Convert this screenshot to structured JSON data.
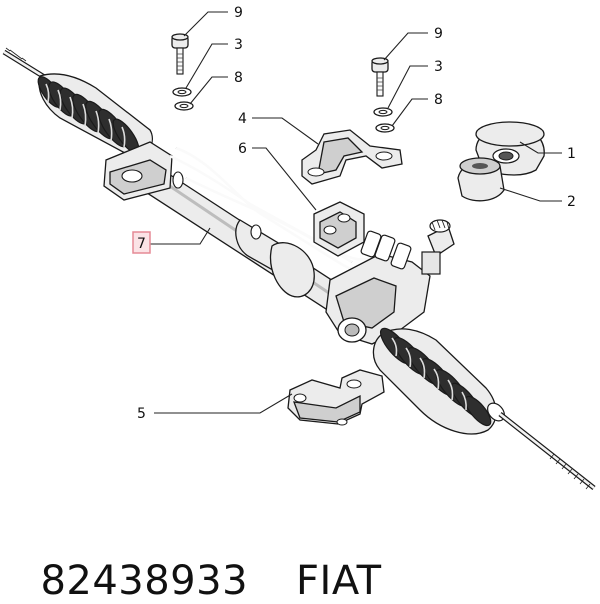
{
  "diagram": {
    "callouts": [
      {
        "id": "c9a",
        "label": "9"
      },
      {
        "id": "c3a",
        "label": "3"
      },
      {
        "id": "c8a",
        "label": "8"
      },
      {
        "id": "c4",
        "label": "4"
      },
      {
        "id": "c6",
        "label": "6"
      },
      {
        "id": "c7",
        "label": "7",
        "highlighted": true
      },
      {
        "id": "c9b",
        "label": "9"
      },
      {
        "id": "c3b",
        "label": "3"
      },
      {
        "id": "c8b",
        "label": "8"
      },
      {
        "id": "c1",
        "label": "1"
      },
      {
        "id": "c2",
        "label": "2"
      },
      {
        "id": "c5",
        "label": "5"
      }
    ],
    "highlight_color": "#e58a95"
  },
  "caption": {
    "part_number": "82438933",
    "brand": "FIAT"
  }
}
